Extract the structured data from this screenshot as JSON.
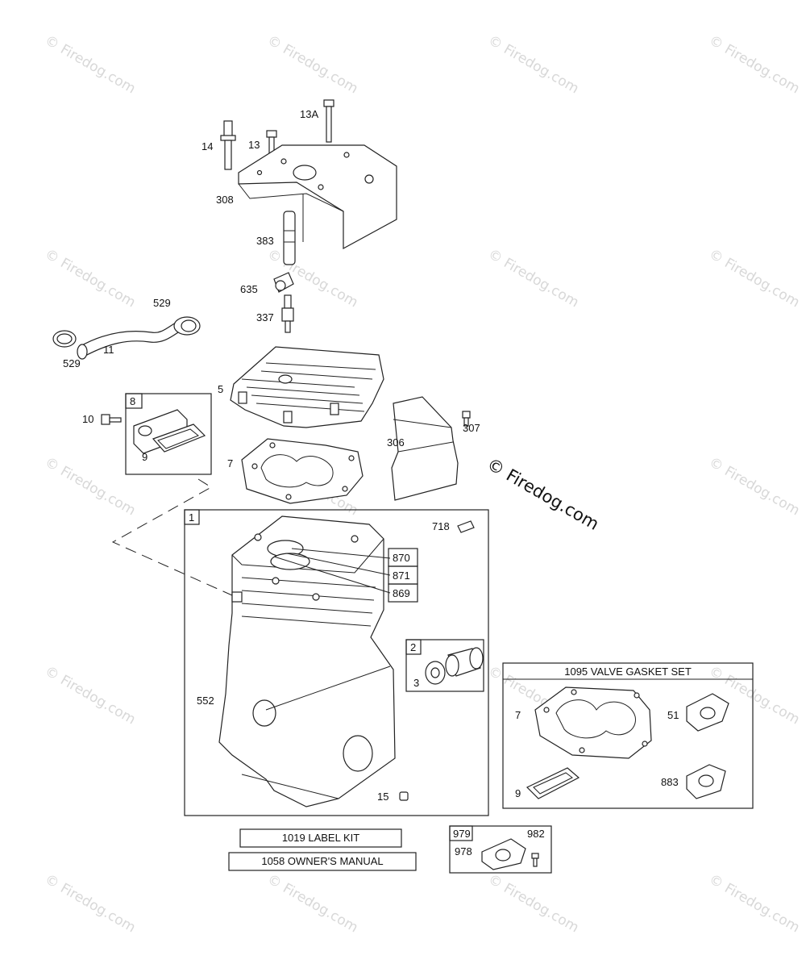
{
  "watermark": {
    "text": "© Firedog.com",
    "main_text": "© Firedog.com"
  },
  "callouts": {
    "c14": "14",
    "c13": "13",
    "c13a": "13A",
    "c308": "308",
    "c383": "383",
    "c635": "635",
    "c337": "337",
    "c529a": "529",
    "c529b": "529",
    "c11": "11",
    "c5": "5",
    "c8": "8",
    "c10": "10",
    "c9": "9",
    "c7": "7",
    "c306": "306",
    "c307": "307",
    "c1": "1",
    "c718": "718",
    "c870": "870",
    "c871": "871",
    "c869": "869",
    "c2": "2",
    "c3": "3",
    "c552": "552",
    "c15": "15",
    "c7b": "7",
    "c51": "51",
    "c9b": "9",
    "c883": "883",
    "c979": "979",
    "c978": "978",
    "c982": "982"
  },
  "boxes": {
    "valve_gasket_set": "1095 VALVE GASKET SET",
    "label_kit": "1019 LABEL KIT",
    "owners_manual": "1058 OWNER'S MANUAL"
  }
}
